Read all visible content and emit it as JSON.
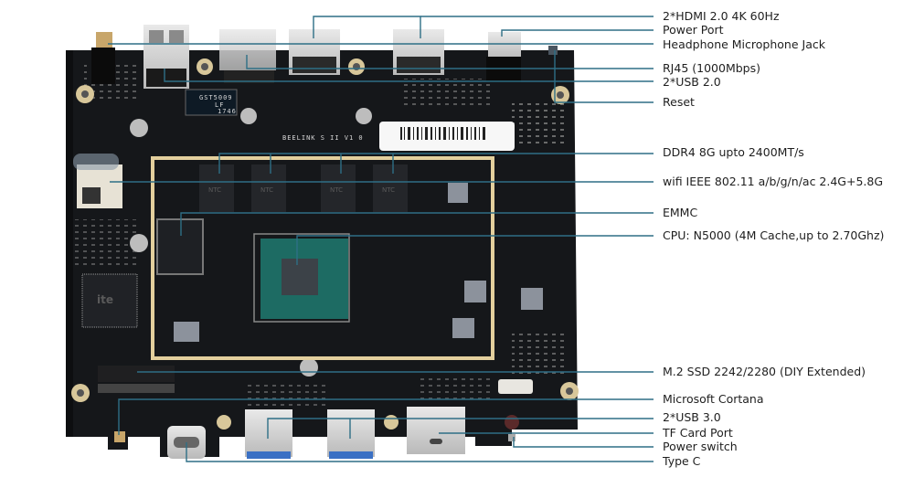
{
  "title": "Beelink S II mainboard port and component diagram",
  "board": {
    "silkscreen": "BEELINK S II V1 0",
    "lan_chip_line1": "GST5009",
    "lan_chip_line2": "LF",
    "lan_chip_line3": "1746",
    "io_chip_brand": "ite",
    "ram_brand": "NTC"
  },
  "colors": {
    "leader_line": "#2e6f86",
    "board": "#15171a",
    "text": "#1f1f1f"
  },
  "labels": [
    {
      "id": "hdmi",
      "text": "2*HDMI 2.0 4K 60Hz"
    },
    {
      "id": "power-port",
      "text": "Power Port"
    },
    {
      "id": "headphone-jack",
      "text": "Headphone Microphone Jack"
    },
    {
      "id": "rj45",
      "text": "RJ45 (1000Mbps)"
    },
    {
      "id": "usb2",
      "text": "2*USB 2.0"
    },
    {
      "id": "reset",
      "text": "Reset"
    },
    {
      "id": "ddr4",
      "text": "DDR4 8G  upto 2400MT/s"
    },
    {
      "id": "wifi",
      "text": "wifi IEEE 802.11 a/b/g/n/ac 2.4G+5.8G"
    },
    {
      "id": "emmc",
      "text": "EMMC"
    },
    {
      "id": "cpu",
      "text": "CPU: N5000 (4M Cache,up to 2.70Ghz)"
    },
    {
      "id": "m2-ssd",
      "text": "M.2 SSD 2242/2280  (DIY Extended)"
    },
    {
      "id": "cortana",
      "text": "Microsoft Cortana"
    },
    {
      "id": "usb3",
      "text": "2*USB 3.0"
    },
    {
      "id": "tf-card",
      "text": "TF Card Port"
    },
    {
      "id": "power-switch",
      "text": "Power switch"
    },
    {
      "id": "type-c",
      "text": "Type C"
    }
  ]
}
